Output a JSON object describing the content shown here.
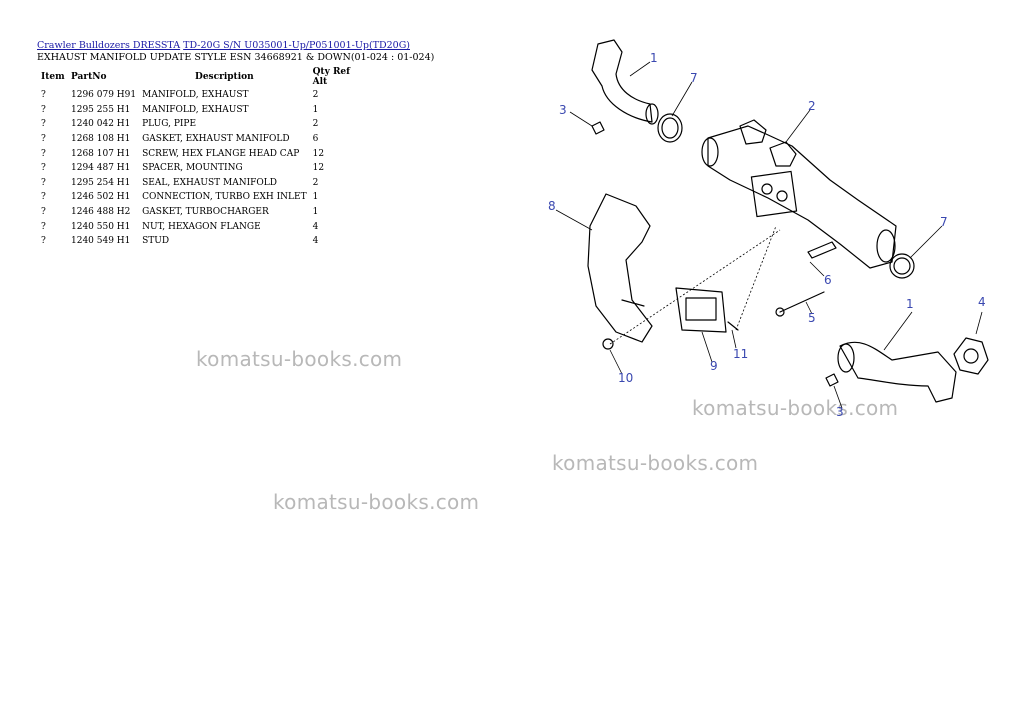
{
  "breadcrumb": {
    "link1": "Crawler Bulldozers DRESSTA",
    "link2": "TD-20G S/N U035001-Up/P051001-Up(TD20G)"
  },
  "subtitle": "EXHAUST MANIFOLD UPDATE STYLE ESN 34668921 & DOWN(01-024 : 01-024)",
  "table": {
    "headers": {
      "item": "Item",
      "partno": "PartNo",
      "description": "Description",
      "qty": "Qty Ref Alt"
    },
    "rows": [
      {
        "item": "?",
        "partno": "1296 079 H91",
        "description": "MANIFOLD, EXHAUST",
        "qty": "2"
      },
      {
        "item": "?",
        "partno": "1295 255 H1",
        "description": "MANIFOLD, EXHAUST",
        "qty": "1"
      },
      {
        "item": "?",
        "partno": "1240 042 H1",
        "description": "PLUG, PIPE",
        "qty": "2"
      },
      {
        "item": "?",
        "partno": "1268 108 H1",
        "description": "GASKET, EXHAUST MANIFOLD",
        "qty": "6"
      },
      {
        "item": "?",
        "partno": "1268 107 H1",
        "description": "SCREW, HEX FLANGE HEAD CAP",
        "qty": "12"
      },
      {
        "item": "?",
        "partno": "1294 487 H1",
        "description": "SPACER, MOUNTING",
        "qty": "12"
      },
      {
        "item": "?",
        "partno": "1295 254 H1",
        "description": "SEAL, EXHAUST MANIFOLD",
        "qty": "2"
      },
      {
        "item": "?",
        "partno": "1246 502 H1",
        "description": "CONNECTION, TURBO EXH INLET",
        "qty": "1"
      },
      {
        "item": "?",
        "partno": "1246 488 H2",
        "description": "GASKET, TURBOCHARGER",
        "qty": "1"
      },
      {
        "item": "?",
        "partno": "1240 550 H1",
        "description": "NUT, HEXAGON FLANGE",
        "qty": "4"
      },
      {
        "item": "?",
        "partno": "1240 549 H1",
        "description": "STUD",
        "qty": "4"
      }
    ]
  },
  "watermark": "komatsu-books.com",
  "diagram": {
    "callouts": [
      "1",
      "7",
      "3",
      "2",
      "8",
      "7",
      "6",
      "5",
      "1",
      "4",
      "9",
      "11",
      "10",
      "3"
    ]
  }
}
